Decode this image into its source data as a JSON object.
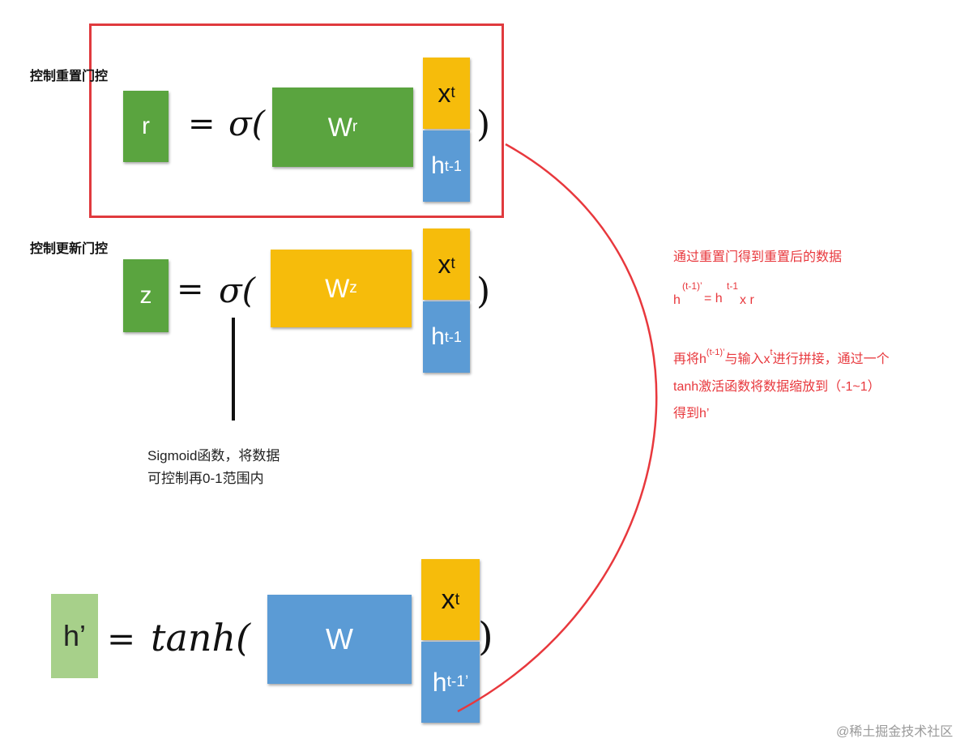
{
  "reset_gate": {
    "label": "控制重置门控",
    "lhs": "r",
    "equals": "=",
    "sigma": "σ(",
    "weight_base": "W",
    "weight_sup": "r",
    "x_base": "x",
    "x_sup": "t",
    "h_base": "h",
    "h_sup": "t-1",
    "close": ")"
  },
  "update_gate": {
    "label": "控制更新门控",
    "lhs": "z",
    "equals": "=",
    "sigma": "σ(",
    "weight_base": "W",
    "weight_sup": "z",
    "x_base": "x",
    "x_sup": "t",
    "h_base": "h",
    "h_sup": "t-1",
    "close": ")"
  },
  "sigmoid_note": {
    "line1": "Sigmoid函数，将数据",
    "line2": "可控制再0-1范围内"
  },
  "candidate": {
    "lhs": "h’",
    "equals": "=",
    "func": "tanh(",
    "weight": "W",
    "x_base": "x",
    "x_sup": "t",
    "h_base": "h",
    "h_sup": "t-1’",
    "close": ")"
  },
  "annotation": {
    "line1": "通过重置门得到重置后的数据",
    "formula_h1": "h",
    "formula_h1_sup": "(t-1)’",
    "formula_eq": "= h",
    "formula_h2_sup": "t-1",
    "formula_rest": "x  r",
    "line3_pre": "再将h",
    "line3_sup": "(t-1)’",
    "line3_mid": "与输入x",
    "line3_sup2": "t",
    "line3_post": "进行拼接，通过一个",
    "line4": "tanh激活函数将数据缩放到（-1~1）",
    "line5": "得到h’"
  },
  "watermark": "@稀土掘金技术社区",
  "colors": {
    "green": "#5aa43f",
    "yellow": "#f6bc0b",
    "blue": "#5b9bd5",
    "red": "#e8383d"
  }
}
